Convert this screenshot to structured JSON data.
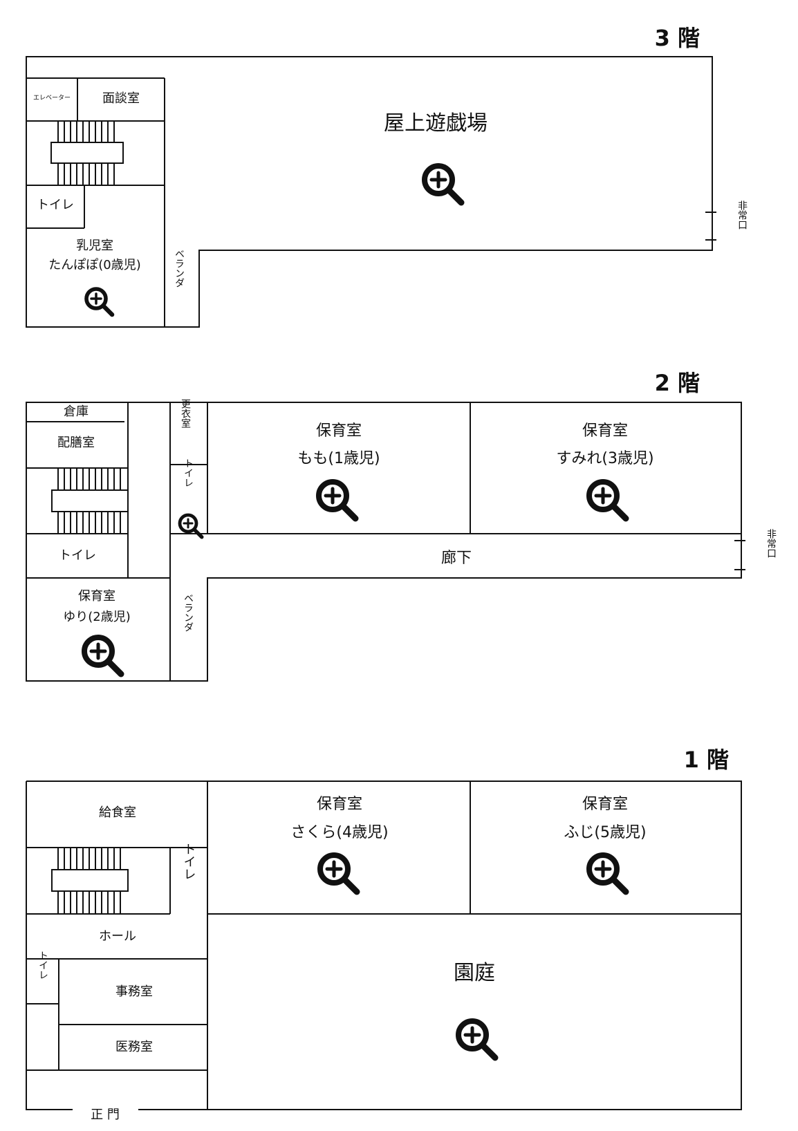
{
  "floors": {
    "f3": {
      "title": "3 階",
      "rooms": {
        "elevator": "エレベーター",
        "interview": "面談室",
        "toilet": "トイレ",
        "infant_1": "乳児室",
        "infant_2": "たんぽぽ(0歳児)",
        "veranda": "ベランダ",
        "rooftop": "屋上遊戯場"
      },
      "exit": "非常口"
    },
    "f2": {
      "title": "2 階",
      "rooms": {
        "storage": "倉庫",
        "serving": "配膳室",
        "toilet_left": "トイレ",
        "changing": "更衣室",
        "toilet_small": "トイレ",
        "momo_1": "保育室",
        "momo_2": "もも(1歳児)",
        "sumire_1": "保育室",
        "sumire_2": "すみれ(3歳児)",
        "corridor": "廊下",
        "yuri_1": "保育室",
        "yuri_2": "ゆり(2歳児)",
        "veranda": "ベランダ"
      },
      "exit": "非常口"
    },
    "f1": {
      "title": "1 階",
      "rooms": {
        "kitchen": "給食室",
        "toilet_mid": "トイレ",
        "sakura_1": "保育室",
        "sakura_2": "さくら(4歳児)",
        "fuji_1": "保育室",
        "fuji_2": "ふじ(5歳児)",
        "hall": "ホール",
        "toilet_small": "トイレ",
        "office": "事務室",
        "medical": "医務室",
        "garden": "園庭",
        "gate": "正 門"
      }
    }
  },
  "icons": {
    "zoom": "zoom-in-icon"
  },
  "colors": {
    "ink": "#111111",
    "background": "#ffffff"
  }
}
